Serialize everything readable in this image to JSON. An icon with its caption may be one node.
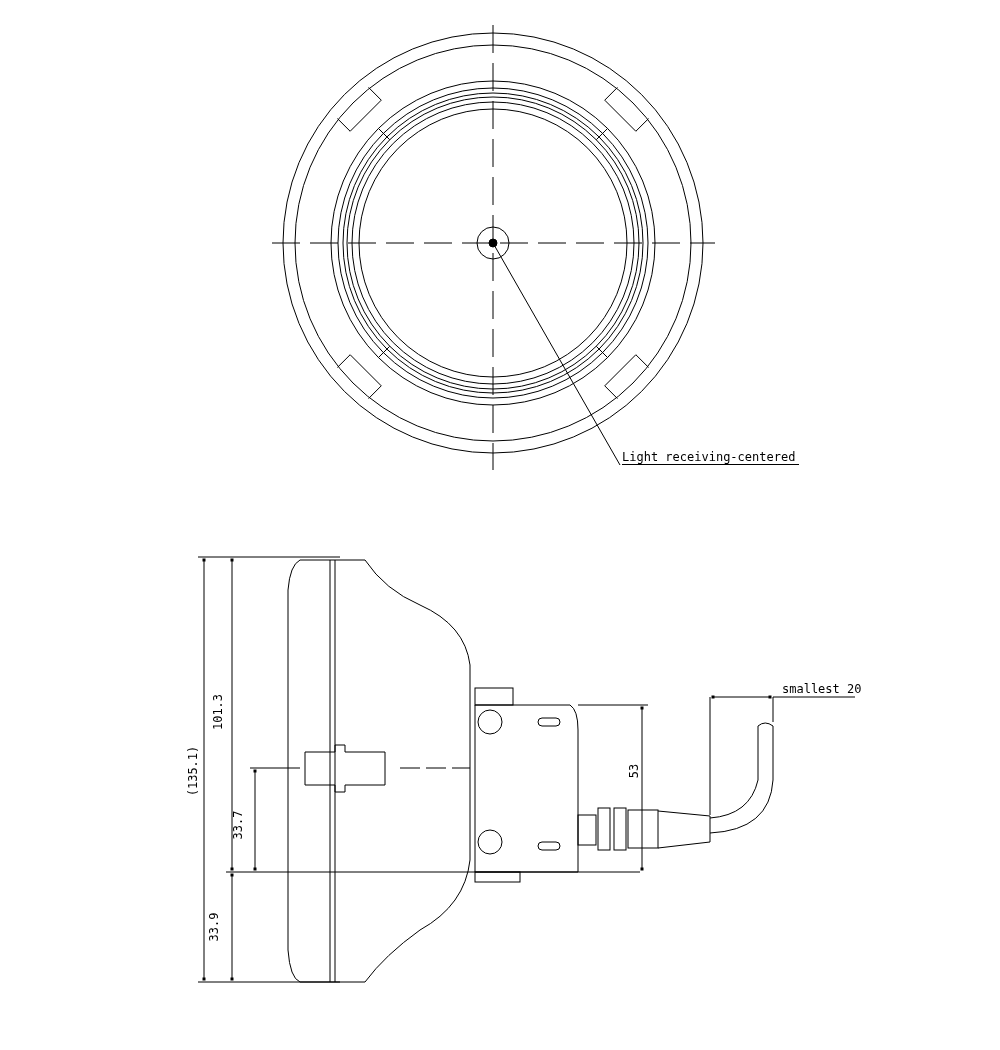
{
  "diagram": {
    "nodes": [
      {
        "text": [
          "Light receiving-centered"
        ]
      },
      {
        "text": [],
        "shape": "circle"
      }
    ],
    "edges": [
      {
        "from": 0,
        "to": 1,
        "arrow": "none"
      }
    ],
    "labels": [
      "smallest 20",
      "101.3",
      "53",
      "(135.1)",
      "33.7",
      "33.9"
    ]
  }
}
